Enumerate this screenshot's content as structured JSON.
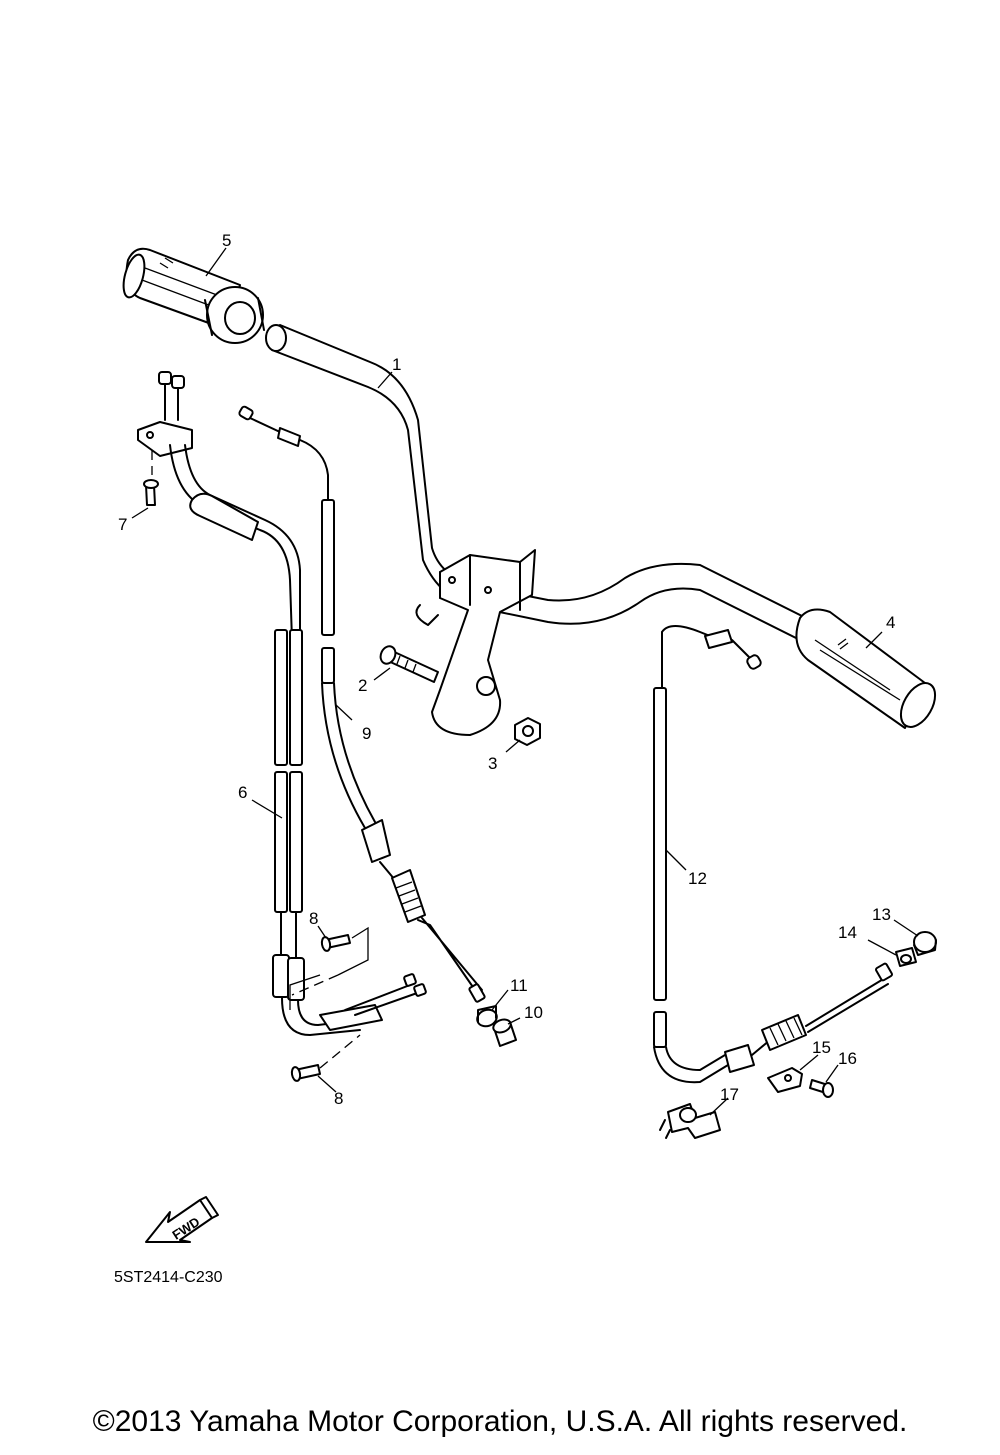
{
  "callouts": {
    "c1": "1",
    "c2": "2",
    "c3": "3",
    "c4": "4",
    "c5": "5",
    "c6": "6",
    "c7": "7",
    "c8a": "8",
    "c8b": "8",
    "c9": "9",
    "c10": "10",
    "c11": "11",
    "c12": "12",
    "c13": "13",
    "c14": "14",
    "c15": "15",
    "c16": "16",
    "c17": "17"
  },
  "fwd_label": "FWD",
  "diagram_code": "5ST2414-C230",
  "copyright": "©2013 Yamaha Motor Corporation, U.S.A. All rights reserved."
}
